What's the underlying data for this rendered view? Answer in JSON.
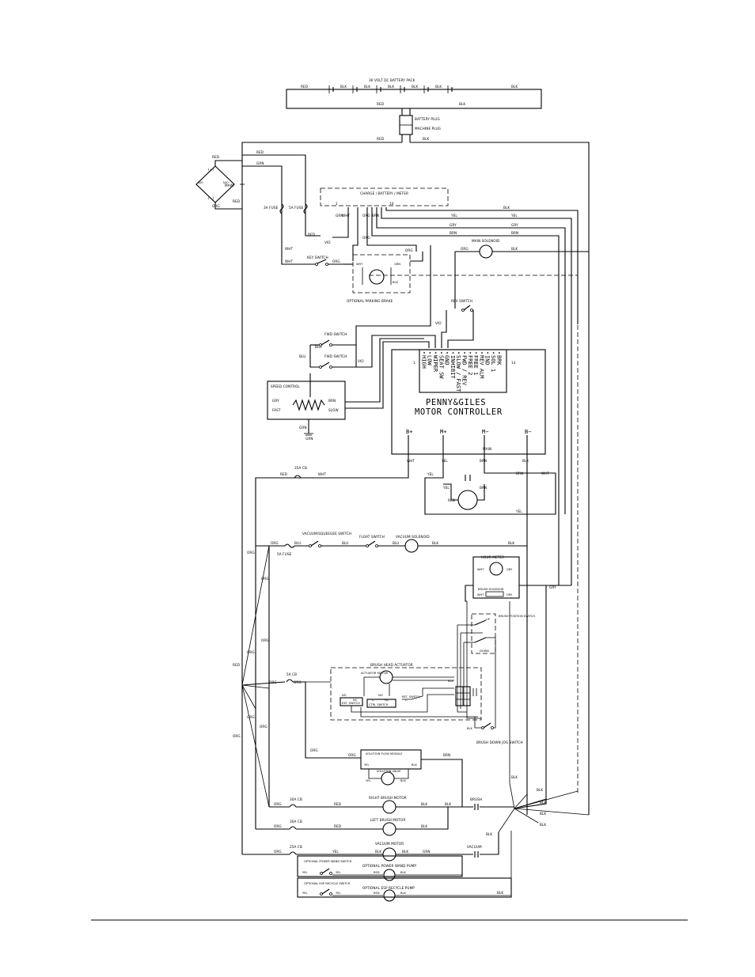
{
  "battery": {
    "title": "36 VOLT DC BATTERY PACK",
    "battery_plug": "BATTERY PLUG",
    "machine_plug": "MACHINE PLUG"
  },
  "wire_colors": {
    "red": "RED",
    "blk": "BLK",
    "wht": "WHT",
    "org": "ORG",
    "yel": "YEL",
    "gry": "GRY",
    "brn": "BRN",
    "blu": "BLU",
    "vio": "VIO",
    "grn": "GRN"
  },
  "charger": {
    "plus": "(+)",
    "minus": "(−)",
    "ac1": "N/O",
    "ac2": "N/O",
    "main": "MAIN",
    "fuse_3a": "3A FUSE",
    "fuse_5a": "5A FUSE",
    "title": "CHARGE / BATTERY / METER",
    "pin_left": "1",
    "pin_right": "10"
  },
  "main_solenoid": "MAIN SOLENOID",
  "key_switch": "KEY SWITCH",
  "parking_brake": "OPTIONAL PARKING BRAKE",
  "rev_switch": "REV SWITCH",
  "fwd_switch": "FWD SWITCH",
  "speed_control": {
    "title": "SPEED CONTROL",
    "fast": "FAST",
    "slow": "SLOW"
  },
  "controller": {
    "name_line1": "PENNY&GILES",
    "name_line2": "MOTOR CONTROLLER",
    "pin_left": "1",
    "pin_right": "14",
    "pin_labels": [
      "HIGH",
      "LOW",
      "WIPER",
      "SEAT SW",
      "GND",
      "INHIBIT",
      "SLOW / FAST",
      "FWD / REV",
      "FREE 2",
      "FREE 1",
      "REV ALM",
      "IND",
      "SOL 1",
      "BRK"
    ],
    "term_bplus": "B+",
    "term_mplus": "M+",
    "term_mminus": "M−",
    "term_bminus": "B−"
  },
  "traction": {
    "breaker": "35A CB",
    "main": "MAIN"
  },
  "vacuum_circuit": {
    "switch": "VACUUM/SQUEEGEE SWITCH",
    "fuse": "5A FUSE",
    "float_switch": "FLOAT SWITCH",
    "solenoid": "VACUUM SOLENOID"
  },
  "hour_meter": "HOUR METER",
  "brush_solenoid": "BRUSH SOLENOID",
  "brush_position": {
    "title": "BRUSH POSITION SWITCH",
    "up": "UP",
    "down": "DOWN"
  },
  "brush_actuator": {
    "title": "BRUSH HEAD ACTUATOR",
    "motor": "ACTUATOR MOTOR",
    "brush_down_jog": "BRUSH DOWN JOG SWITCH",
    "ext_switch": "EXT. SWITCH",
    "ret_switch": "RET. SWITCH",
    "ctrl_switch": "CTRL SWITCH",
    "breaker": "5A CB",
    "c_marks": [
      "NO",
      "NC",
      "C"
    ]
  },
  "solution": {
    "module": "SOLUTION FLOW MODULE",
    "valve": "SOLUTION VALVE"
  },
  "brush_motors": {
    "right": "RIGHT BRUSH MOTOR",
    "left": "LEFT BRUSH MOTOR",
    "breaker": "30A CB",
    "contactor": "BRUSH"
  },
  "vacuum_motor": {
    "title": "VACUUM MOTOR",
    "breaker": "25A CB",
    "contactor": "VACUUM"
  },
  "options": {
    "power_wand_switch": "OPTIONAL POWER WAND SWITCH",
    "power_wand_pump": "OPTIONAL POWER WAND PUMP",
    "esp_switch": "OPTIONAL ESP RECYCLE SWITCH",
    "esp_pump": "OPTIONAL ESP RECYCLE PUMP"
  }
}
